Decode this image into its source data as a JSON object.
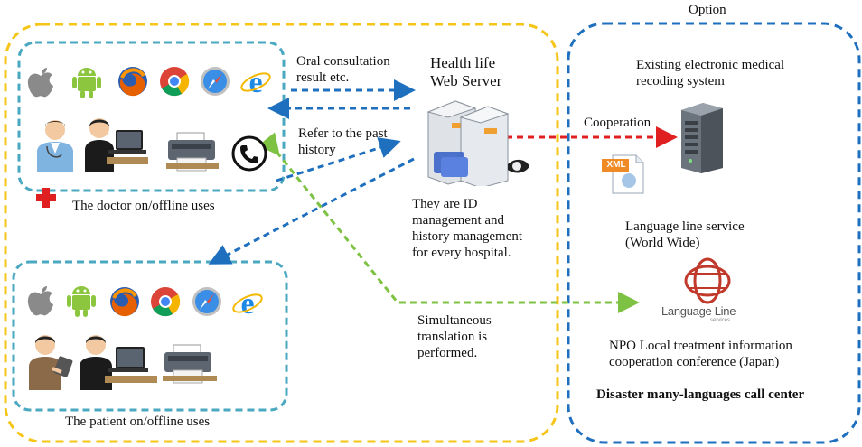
{
  "labels": {
    "option": "Option",
    "server": "Health life\nWeb Server",
    "oral_result": "Oral consultation\nresult etc.",
    "refer_history": "Refer to the past\nhistory",
    "id_management": "They are ID\nmanagement and\nhistory management\nfor every hospital.",
    "emr": "Existing electronic medical\nrecoding system",
    "cooperation": "Cooperation",
    "xml": "XML",
    "language_line": "Language line service\n(World Wide)",
    "language_line_logo": "Language Line",
    "language_line_logo_sub": "services",
    "translation": "Simultaneous\ntranslation is\nperformed.",
    "npo": "NPO Local treatment information\ncooperation conference (Japan)",
    "call_center": "Disaster many-languages call center",
    "doctor": "The doctor on/offline uses",
    "patient": "The patient on/offline uses"
  },
  "colors": {
    "yellow_border": "#f5c518",
    "blue_border": "#1f6fbf",
    "teal_border": "#4aa8c0",
    "arrow_blue": "#1f6fbf",
    "arrow_red": "#e02020",
    "arrow_green": "#7dc242"
  },
  "icons": [
    "apple-icon",
    "android-icon",
    "firefox-icon",
    "chrome-icon",
    "safari-icon",
    "ie-icon",
    "doctor-icon",
    "laptop-user-icon",
    "printer-icon",
    "phone-icon",
    "tablet-user-icon",
    "server-icon",
    "emr-server-icon",
    "xml-file-icon",
    "red-cross-icon"
  ]
}
